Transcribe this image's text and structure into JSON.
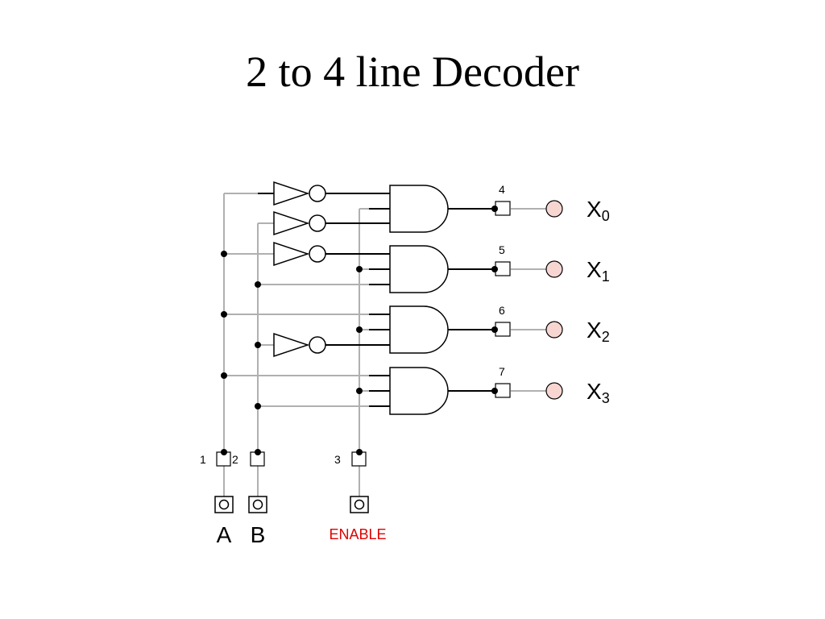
{
  "slide": {
    "title": "2 to 4 line Decoder"
  },
  "diagram": {
    "inputs": [
      {
        "label": "A",
        "pin": "1"
      },
      {
        "label": "B",
        "pin": "2"
      },
      {
        "label": "ENABLE",
        "pin": "3"
      }
    ],
    "outputs": [
      {
        "label": "X",
        "subscript": "0",
        "pin": "4"
      },
      {
        "label": "X",
        "subscript": "1",
        "pin": "5"
      },
      {
        "label": "X",
        "subscript": "2",
        "pin": "6"
      },
      {
        "label": "X",
        "subscript": "3",
        "pin": "7"
      }
    ],
    "colors": {
      "enable_label": "#e00000",
      "lamp_fill": "#f7d6d2",
      "wire_input": "#b0b0b0",
      "wire_gate": "#000000"
    }
  }
}
